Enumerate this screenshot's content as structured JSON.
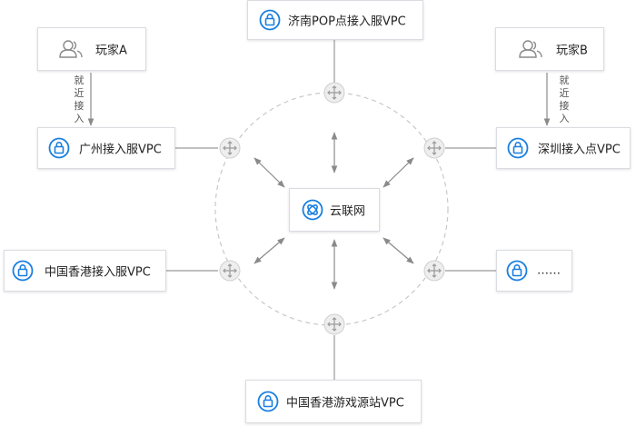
{
  "nodes": {
    "top": {
      "label": "济南POP点接入服VPC",
      "icon": "lock-icon"
    },
    "guangzhou": {
      "label": "广州接入服VPC",
      "icon": "lock-icon"
    },
    "shenzhen": {
      "label": "深圳接入点VPC",
      "icon": "lock-icon"
    },
    "hongkong": {
      "label": "中国香港接入服VPC",
      "icon": "lock-icon"
    },
    "more": {
      "label": "……",
      "icon": "lock-icon"
    },
    "bottom": {
      "label": "中国香港游戏源站VPC",
      "icon": "lock-icon"
    },
    "hub": {
      "label": "云联网",
      "icon": "ccn-icon"
    },
    "player_a": {
      "label": "玩家A",
      "icon": "users-icon"
    },
    "player_b": {
      "label": "玩家B",
      "icon": "users-icon"
    }
  },
  "edge_labels": {
    "left_access": "就近接入",
    "right_access": "就近接入"
  },
  "colors": {
    "accent": "#1a7fe0",
    "line": "#9a9a9a",
    "ring": "#c8c8c8",
    "router_fill": "#eeeeee"
  }
}
